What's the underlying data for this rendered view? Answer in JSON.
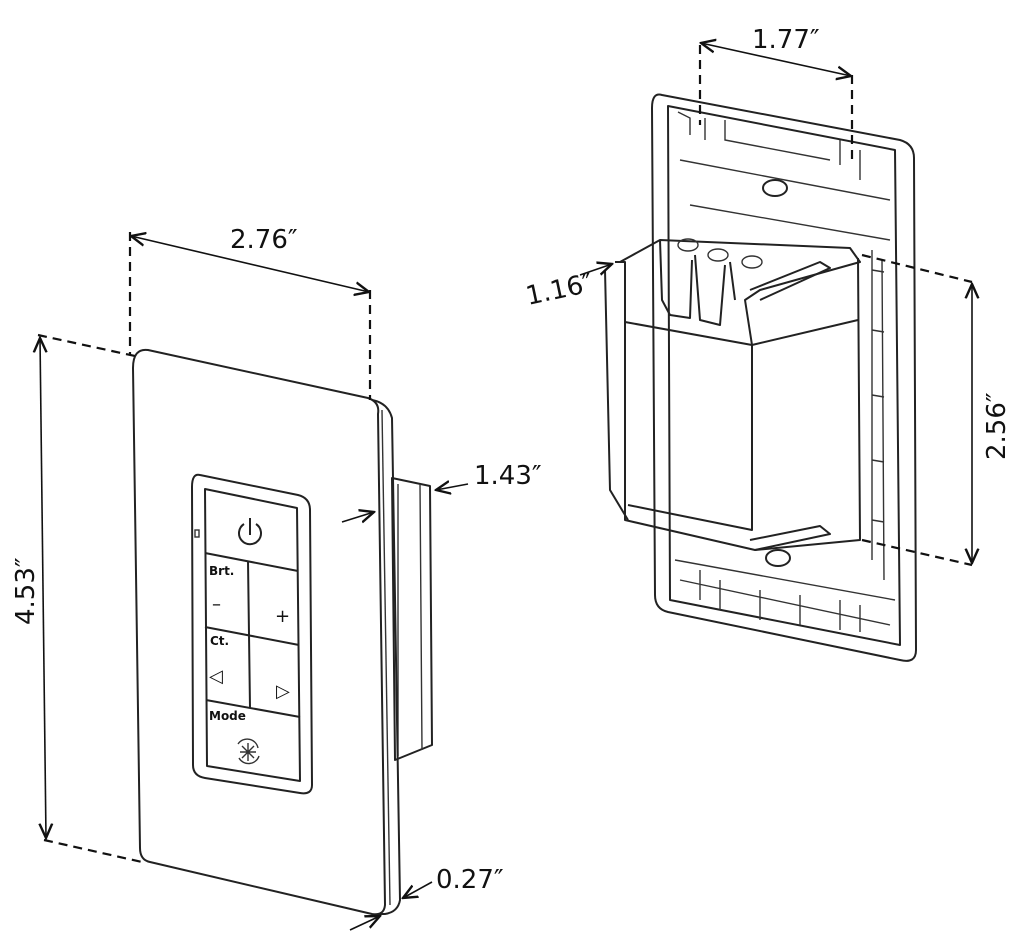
{
  "dimensions": {
    "front_width": "2.76″",
    "front_height": "4.53″",
    "body_depth": "1.43″",
    "plate_depth": "0.27″",
    "mount_hole_spacing": "1.77″",
    "module_depth": "1.16″",
    "module_height": "2.56″"
  },
  "keypad": {
    "brightness_label": "Brt.",
    "minus": "–",
    "plus": "+",
    "color_temp_label": "Ct.",
    "left": "◁",
    "right": "▷",
    "mode_label": "Mode"
  },
  "colors": {
    "line": "#222222",
    "background": "#ffffff"
  }
}
